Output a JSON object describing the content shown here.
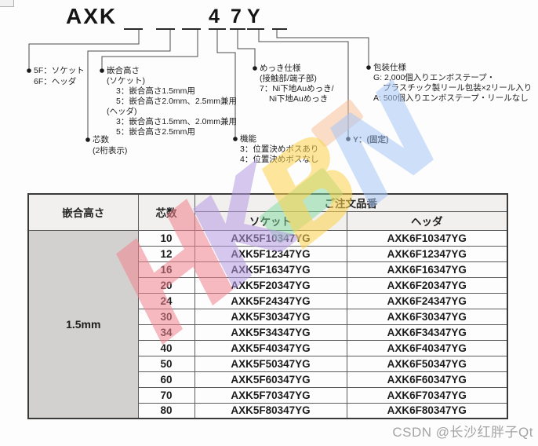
{
  "part_code": {
    "prefix": "AXK",
    "fixed_digits": [
      "4",
      "7",
      "Y"
    ]
  },
  "callouts": {
    "series": {
      "lines": [
        "5F：ソケット",
        "6F：ヘッダ"
      ]
    },
    "mating_height": {
      "lines": [
        "嵌合高さ",
        "(ソケット)",
        "3：嵌合高さ1.5mm用",
        "5：嵌合高さ2.0mm、2.5mm兼用",
        "(ヘッダ)",
        "3：嵌合高さ1.5mm、2.0mm兼用",
        "5：嵌合高さ2.5mm用"
      ]
    },
    "pin_count": {
      "lines": [
        "芯数",
        "(2桁表示)"
      ]
    },
    "function": {
      "lines": [
        "機能",
        "3：位置決めボスあり",
        "4：位置決めボスなし"
      ]
    },
    "plating": {
      "lines": [
        "めっき仕様",
        "(接触部/端子部)",
        "7：Ni下地Auめっき/",
        "Ni下地Auめっき"
      ]
    },
    "fixed": {
      "lines": [
        "Y：(固定)"
      ]
    },
    "packing": {
      "lines": [
        "包装仕様",
        "G: 2,000個入りエンボステープ・",
        "プラスチック製リール包装×2リール入り",
        "A: 500個入りエンボステープ・リールなし"
      ]
    }
  },
  "table": {
    "headers": {
      "mating_height": "嵌合高さ",
      "pin_count": "芯数",
      "order_number": "ご注文品番",
      "socket": "ソケット",
      "header": "ヘッダ"
    },
    "mating_height_value": "1.5mm",
    "rows": [
      {
        "pins": "10",
        "socket": "AXK5F10347YG",
        "header": "AXK6F10347YG"
      },
      {
        "pins": "12",
        "socket": "AXK5F12347YG",
        "header": "AXK6F12347YG"
      },
      {
        "pins": "16",
        "socket": "AXK5F16347YG",
        "header": "AXK6F16347YG"
      },
      {
        "pins": "20",
        "socket": "AXK5F20347YG",
        "header": "AXK6F20347YG"
      },
      {
        "pins": "24",
        "socket": "AXK5F24347YG",
        "header": "AXK6F24347YG"
      },
      {
        "pins": "30",
        "socket": "AXK5F30347YG",
        "header": "AXK6F30347YG"
      },
      {
        "pins": "34",
        "socket": "AXK5F34347YG",
        "header": "AXK6F34347YG"
      },
      {
        "pins": "40",
        "socket": "AXK5F40347YG",
        "header": "AXK6F40347YG"
      },
      {
        "pins": "50",
        "socket": "AXK5F50347YG",
        "header": "AXK6F50347YG"
      },
      {
        "pins": "60",
        "socket": "AXK5F60347YG",
        "header": "AXK6F60347YG"
      },
      {
        "pins": "70",
        "socket": "AXK5F70347YG",
        "header": "AXK6F70347YG"
      },
      {
        "pins": "80",
        "socket": "AXK5F80347YG",
        "header": "AXK6F80347YG"
      }
    ]
  },
  "watermark": {
    "letters": [
      {
        "char": "H",
        "color": "#f2838d"
      },
      {
        "char": "K",
        "color": "#b79ce4"
      },
      {
        "char": "B",
        "color": "#fdd44c"
      },
      {
        "char": "N",
        "color": "#a9c8f7"
      }
    ],
    "accents": [
      {
        "name": "green-accent",
        "color": "#7fd99d"
      },
      {
        "name": "orange-accent",
        "color": "#f7bb92"
      }
    ]
  },
  "credit": "CSDN @长沙红胖子Qt",
  "colors": {
    "table_header_bg": "#f1f0ee",
    "merged_cell_bg": "#d2d1cf",
    "line_color": "#4a4a4a"
  }
}
